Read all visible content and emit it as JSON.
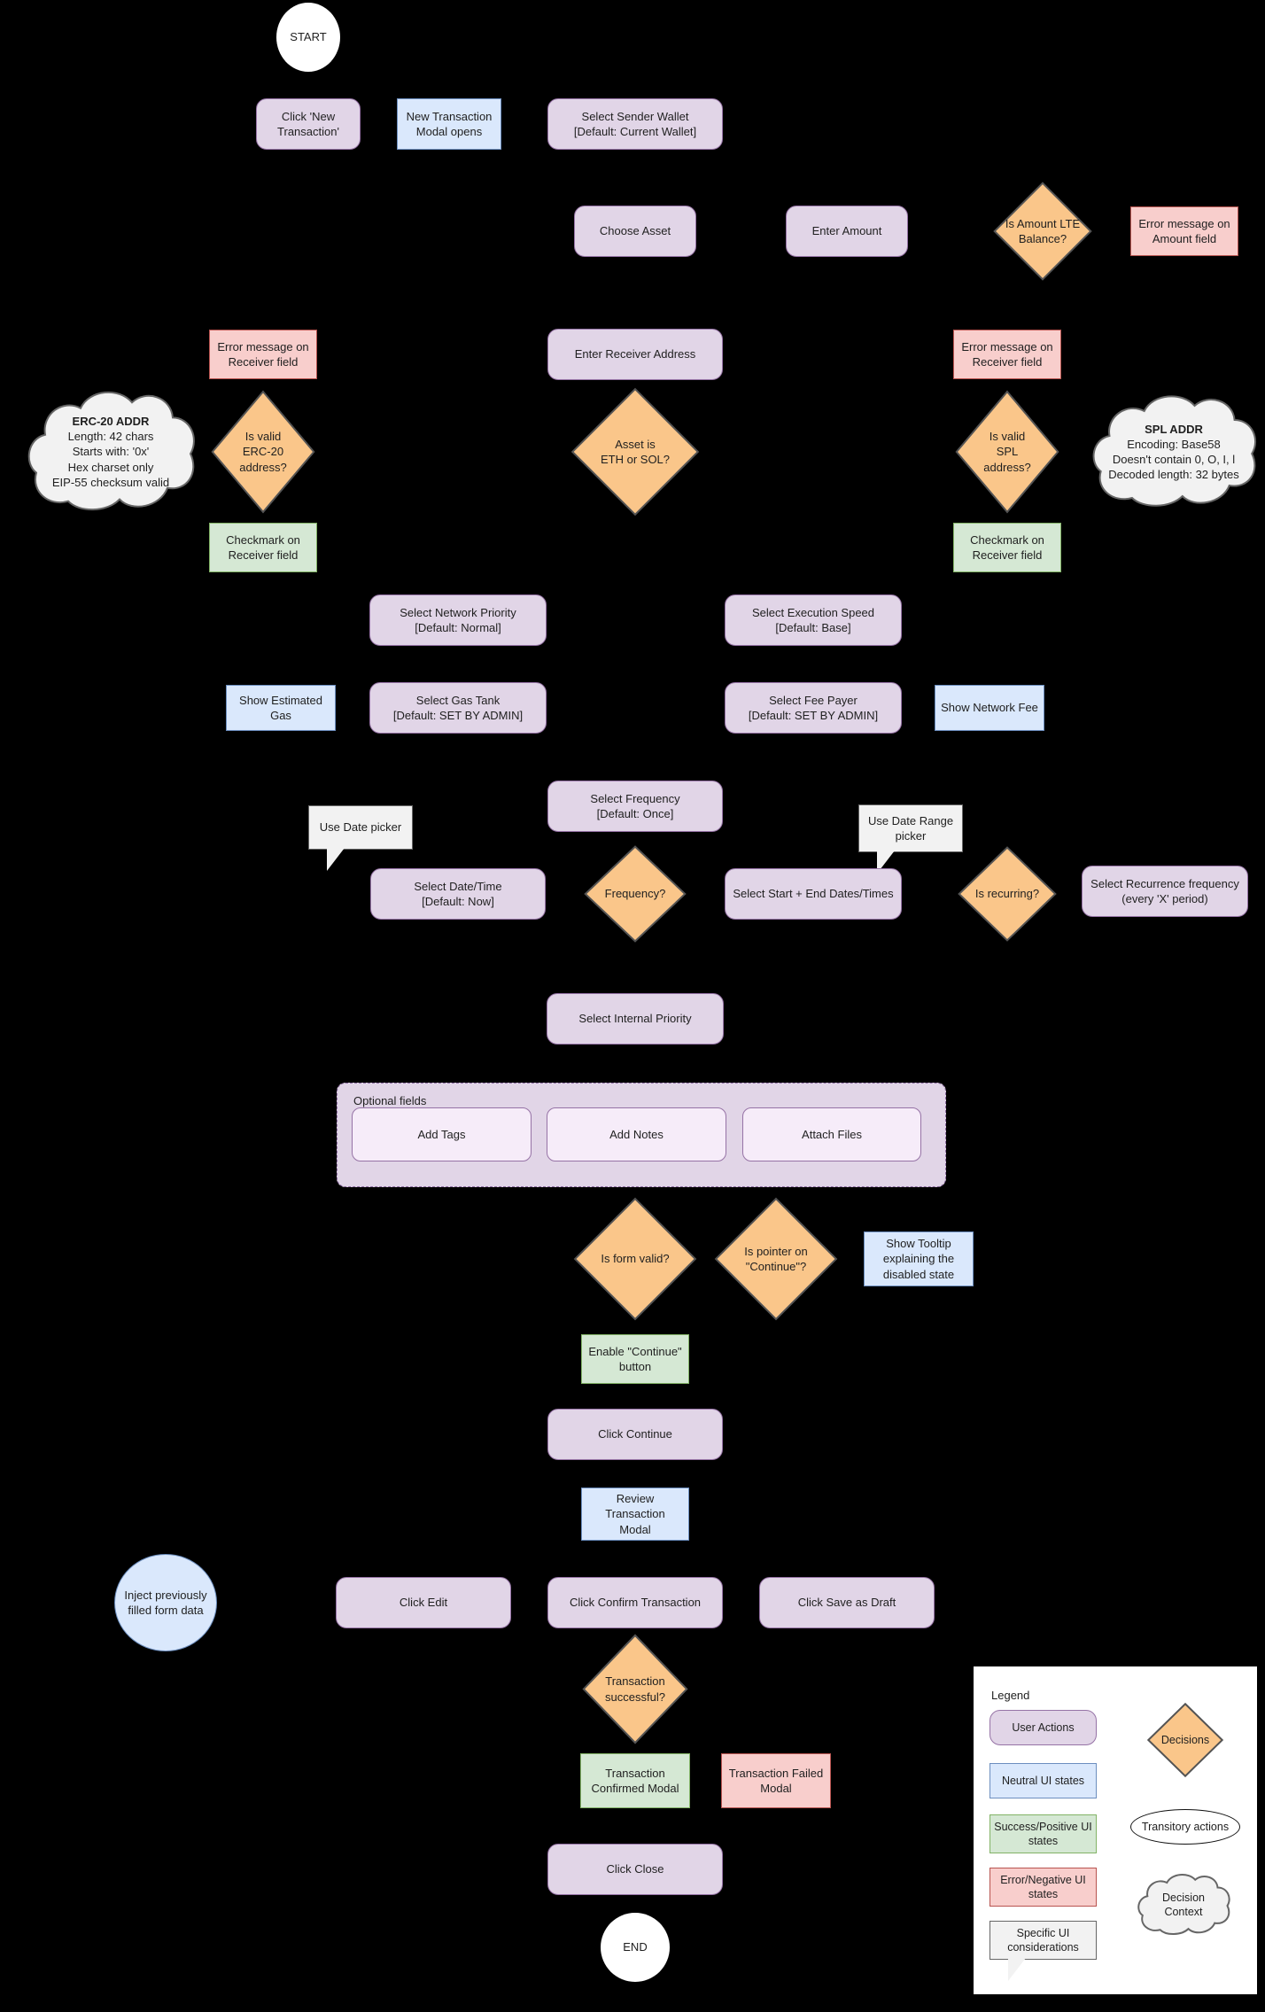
{
  "canvas": {
    "background": "#000000"
  },
  "palette": {
    "user_actions_fill": "#E1D5E7",
    "user_actions_stroke": "#9673A6",
    "neutral_fill": "#DAE8FC",
    "neutral_stroke": "#6C8EBF",
    "success_fill": "#D5E8D4",
    "success_stroke": "#82B366",
    "error_fill": "#F8CECC",
    "error_stroke": "#B85450",
    "decision_fill": "#FAC68A",
    "decision_stroke": "#545454",
    "context_fill": "#F2F2F2",
    "context_stroke": "#666666"
  },
  "nodes": {
    "start": "START",
    "click_new_transaction": "Click 'New\nTransaction'",
    "new_transaction_modal_opens": "New Transaction\nModal opens",
    "select_sender_wallet": "Select Sender Wallet\n[Default: Current Wallet]",
    "choose_asset": "Choose Asset",
    "enter_amount": "Enter Amount",
    "is_amount_lte_balance": "Is Amount LTE\nBalance?",
    "error_amount_field": "Error message on\nAmount field",
    "error_receiver_left": "Error message on\nReceiver field",
    "enter_receiver_address": "Enter Receiver Address",
    "error_receiver_right": "Error message on\nReceiver field",
    "erc20_cloud_title": "ERC-20 ADDR",
    "erc20_cloud_body": "Length: 42 chars\nStarts with: '0x'\nHex charset only\nEIP-55 checksum valid",
    "is_valid_erc20": "Is valid\nERC-20\naddress?",
    "asset_is_eth_or_sol": "Asset is\nETH or SOL?",
    "is_valid_spl": "Is valid\nSPL\naddress?",
    "spl_cloud_title": "SPL ADDR",
    "spl_cloud_body": "Encoding: Base58\nDoesn't contain 0, O, I, l\nDecoded length: 32 bytes",
    "checkmark_receiver_left": "Checkmark on\nReceiver field",
    "checkmark_receiver_right": "Checkmark on\nReceiver field",
    "select_network_priority": "Select Network Priority\n[Default: Normal]",
    "select_execution_speed": "Select Execution Speed\n[Default: Base]",
    "show_estimated_gas": "Show Estimated Gas",
    "select_gas_tank": "Select Gas Tank\n[Default: SET BY ADMIN]",
    "select_fee_payer": "Select Fee Payer\n[Default: SET BY ADMIN]",
    "show_network_fee": "Show Network Fee",
    "select_frequency": "Select Frequency\n[Default: Once]",
    "use_date_picker": "Use Date picker",
    "use_date_range_picker": "Use Date Range\npicker",
    "select_date_time": "Select Date/Time\n[Default: Now]",
    "frequency": "Frequency?",
    "select_start_end": "Select Start + End Dates/Times",
    "is_recurring": "Is recurring?",
    "select_recurrence": "Select Recurrence frequency\n(every 'X' period)",
    "select_internal_priority": "Select Internal Priority",
    "optional_fields_label": "Optional fields",
    "add_tags": "Add Tags",
    "add_notes": "Add Notes",
    "attach_files": "Attach Files",
    "is_form_valid": "Is form valid?",
    "is_pointer_on_continue": "Is pointer on\n\"Continue\"?",
    "show_tooltip": "Show Tooltip\nexplaining the\ndisabled state",
    "enable_continue_button": "Enable \"Continue\"\nbutton",
    "click_continue": "Click Continue",
    "review_transaction_modal": "Review Transaction\nModal",
    "inject_form_data": "Inject previously\nfilled form data",
    "click_edit": "Click Edit",
    "click_confirm_transaction": "Click Confirm Transaction",
    "click_save_as_draft": "Click Save as Draft",
    "transaction_successful": "Transaction\nsuccessful?",
    "transaction_confirmed_modal": "Transaction\nConfirmed Modal",
    "transaction_failed_modal": "Transaction Failed\nModal",
    "click_close": "Click Close",
    "end": "END"
  },
  "legend": {
    "title": "Legend",
    "user_actions": "User Actions",
    "neutral": "Neutral UI states",
    "success": "Success/Positive UI\nstates",
    "error": "Error/Negative UI\nstates",
    "specific": "Specific UI\nconsiderations",
    "decisions": "Decisions",
    "transitory": "Transitory actions",
    "decision_context": "Decision\nContext"
  }
}
